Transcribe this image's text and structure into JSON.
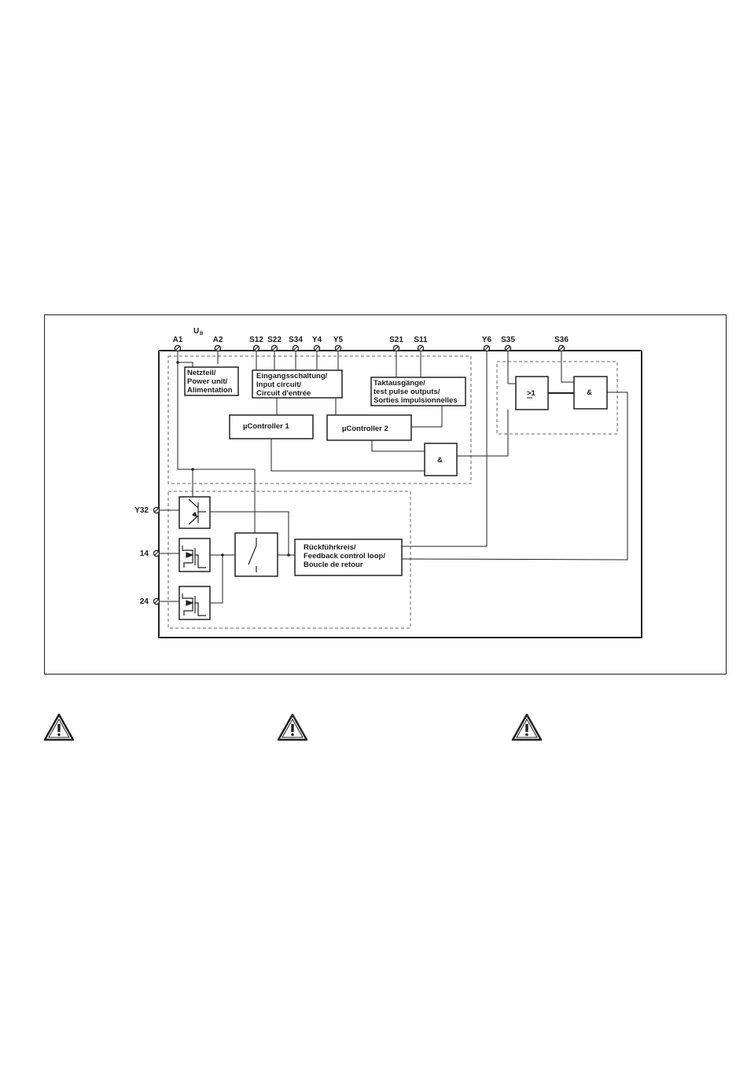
{
  "diagram": {
    "supply_label": {
      "main": "U",
      "sub": "B"
    },
    "top_terminals": [
      "A1",
      "A2",
      "S12",
      "S22",
      "S34",
      "Y4",
      "Y5",
      "S21",
      "S11",
      "Y6",
      "S35",
      "S36"
    ],
    "left_terminals": [
      "Y32",
      "14",
      "24"
    ],
    "blocks": {
      "power_unit": [
        "Netzteil/",
        "Power unit/",
        "Alimentation"
      ],
      "input_circuit": [
        "Eingangsschaltung/",
        "Input circuit/",
        "Circuit d'entrée"
      ],
      "test_pulse": [
        "Taktausgänge/",
        "test pulse outputs/",
        "Sorties impulsionnelles"
      ],
      "controller_1": "µController 1",
      "controller_2": "µController 2",
      "and_gate_1": "&",
      "or_gate": ">1",
      "and_gate_2": "&",
      "feedback_loop": [
        "Rückführkreis/",
        "Feedback control loop/",
        "Boucle de retour"
      ]
    }
  },
  "warnings": [
    {
      "icon": "warning-triangle-icon"
    },
    {
      "icon": "warning-triangle-icon"
    },
    {
      "icon": "warning-triangle-icon"
    }
  ]
}
